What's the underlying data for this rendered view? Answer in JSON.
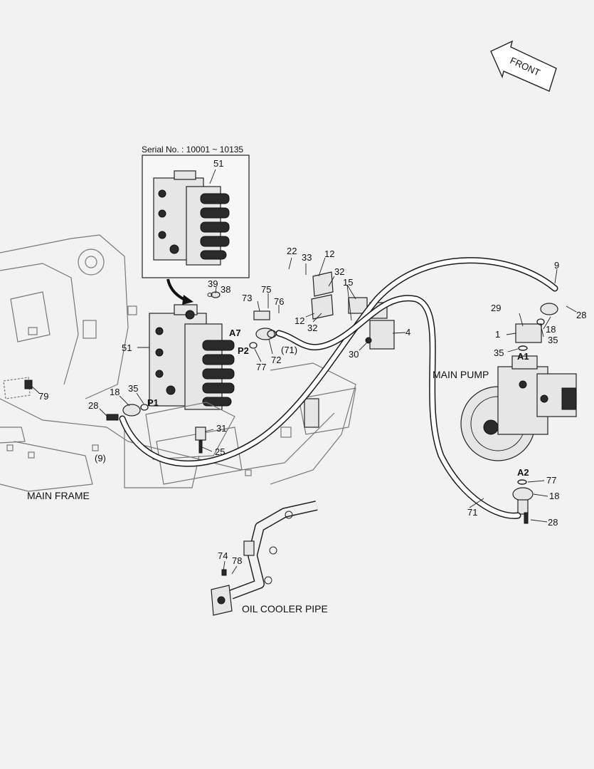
{
  "front_arrow": {
    "label": "FRONT"
  },
  "inset": {
    "title": "Serial No. : 10001 ~ 10135",
    "part": "51"
  },
  "captions": {
    "main_pump": "MAIN PUMP",
    "main_frame": "MAIN FRAME",
    "oil_cooler_pipe": "OIL COOLER PIPE"
  },
  "ports": {
    "a7": "A7",
    "p2": "P2",
    "p1": "P1",
    "a1": "A1",
    "a2": "A2"
  },
  "callouts": {
    "c22": "22",
    "c33": "33",
    "c12a": "12",
    "c32a": "32",
    "c15": "15",
    "c12b": "12",
    "c32b": "32",
    "c4": "4",
    "c30": "30",
    "c39": "39",
    "c38": "38",
    "c73": "73",
    "c75": "75",
    "c76": "76",
    "c72": "72",
    "c77a": "77",
    "c71p": "(71)",
    "c51": "51",
    "c18a": "18",
    "c35a": "35",
    "c28a": "28",
    "c9p": "(9)",
    "c31": "31",
    "c25": "25",
    "c79": "79",
    "c9": "9",
    "c28b": "28",
    "c29": "29",
    "c18b": "18",
    "c1": "1",
    "c35b": "35",
    "c35c": "35",
    "c77b": "77",
    "c18c": "18",
    "c71": "71",
    "c28c": "28",
    "c74": "74",
    "c78": "78"
  }
}
